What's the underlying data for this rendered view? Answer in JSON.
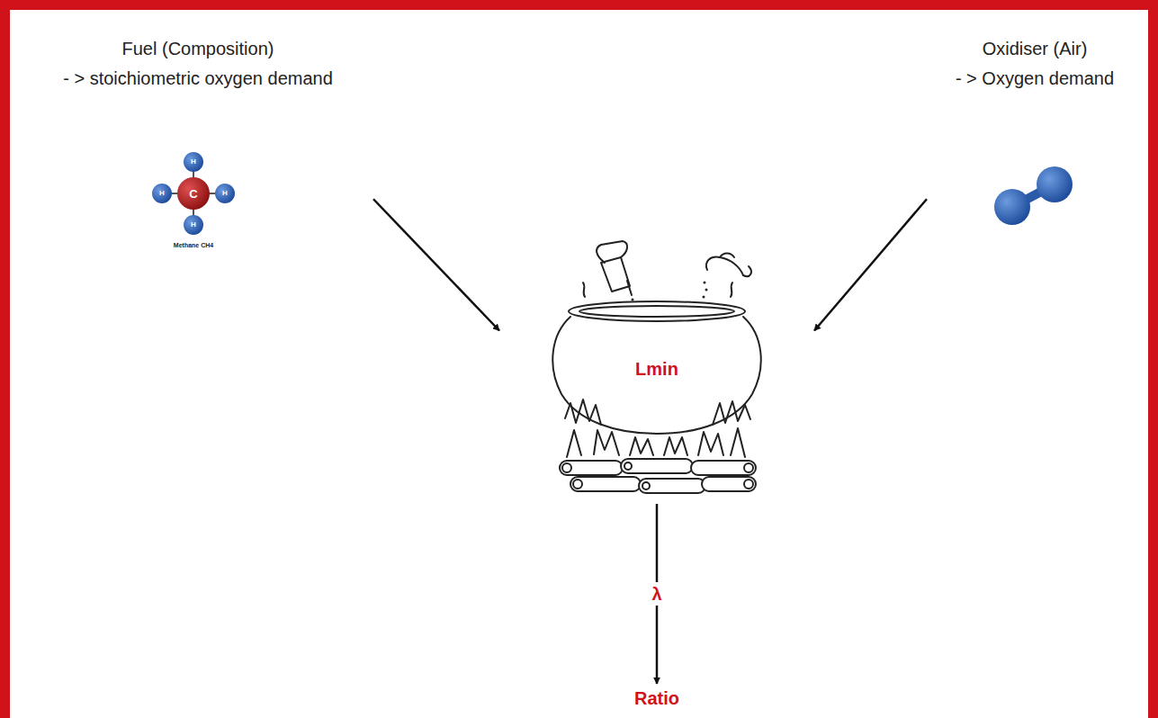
{
  "diagram": {
    "nodes": [
      {
        "text": [
          "Fuel (Composition)",
          "- > stoichiometric oxygen demand"
        ]
      },
      {
        "text": [
          "Oxidiser (Air)",
          "- > Oxygen demand"
        ]
      },
      {
        "text": [
          "Lmin"
        ]
      },
      {
        "text": [
          "Ratio"
        ]
      }
    ],
    "edges": [
      {
        "from": 0,
        "to": 2,
        "arrow": "to"
      },
      {
        "from": 1,
        "to": 2,
        "arrow": "to"
      },
      {
        "from": 2,
        "to": 3,
        "label": "λ",
        "arrow": "to"
      }
    ],
    "labels": [
      "C",
      "H",
      "H",
      "H",
      "H",
      "Methane CH4",
      "O2"
    ]
  }
}
